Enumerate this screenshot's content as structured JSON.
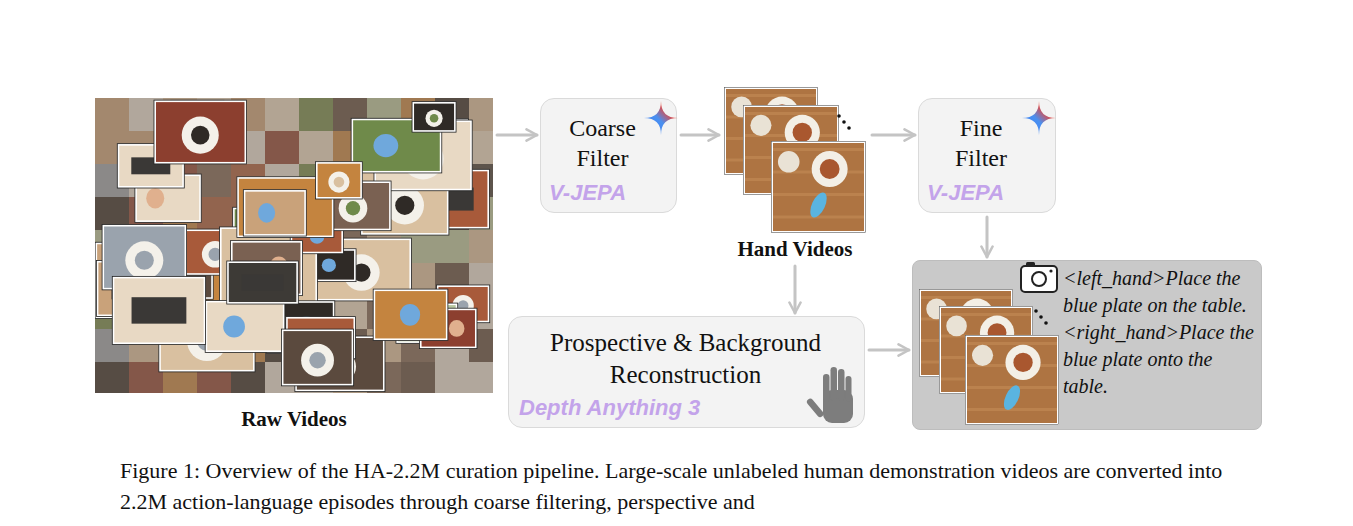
{
  "diagram": {
    "caption": "Figure 1: Overview of the HA-2.2M curation pipeline. Large-scale unlabeled human demonstration videos are converted into 2.2M action-language episodes through coarse filtering, perspective and",
    "nodes": [
      {
        "text": [
          "Raw Videos"
        ]
      },
      {
        "text": [
          "Coarse Filter",
          "V-JEPA"
        ]
      },
      {
        "text": [
          "Hand Videos"
        ]
      },
      {
        "text": [
          "Fine Filter",
          "V-JEPA"
        ]
      },
      {
        "text": [
          "Prospective & Background Reconstruction",
          "Depth Anything 3"
        ]
      },
      {
        "text": [
          "<left_hand>Place the blue plate on the table.",
          "<right_hand>Place the blue plate onto the table."
        ]
      }
    ],
    "edges": [
      {
        "from": 0,
        "to": 1,
        "arrow": "to"
      },
      {
        "from": 1,
        "to": 2,
        "arrow": "to"
      },
      {
        "from": 2,
        "to": 3,
        "arrow": "to"
      },
      {
        "from": 3,
        "to": 5,
        "arrow": "to"
      },
      {
        "from": 2,
        "to": 4,
        "arrow": "to"
      },
      {
        "from": 4,
        "to": 5,
        "arrow": "to"
      }
    ]
  }
}
